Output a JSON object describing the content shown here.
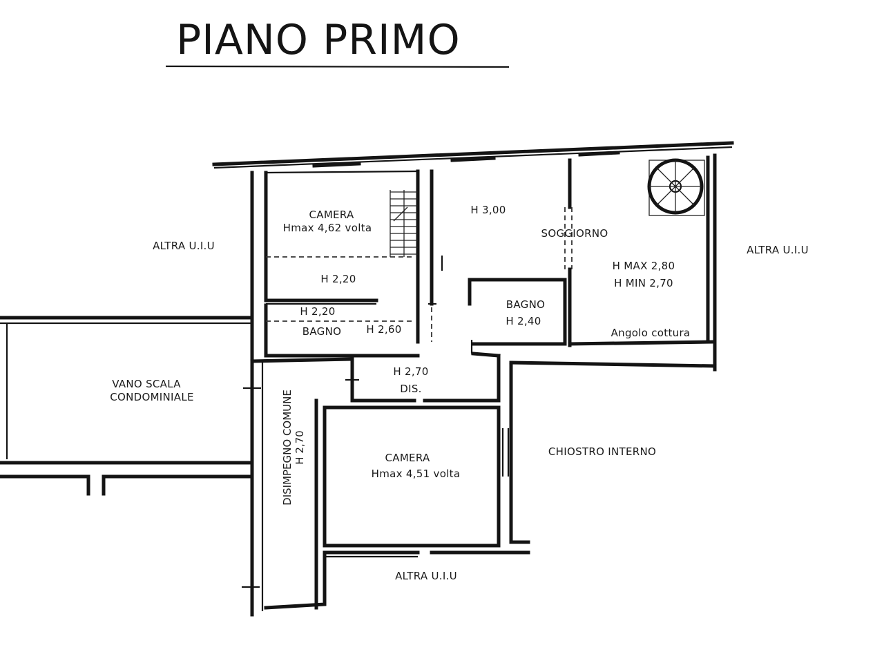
{
  "title": "PIANO PRIMO",
  "neighbors": {
    "left": "ALTRA U.I.U",
    "right": "ALTRA U.I.U",
    "bottom": "ALTRA U.I.U"
  },
  "rooms": {
    "camera_1": {
      "name": "CAMERA",
      "height": "Hmax 4,62 volta"
    },
    "loft_1": {
      "height": "H 2,20"
    },
    "bagno_1": {
      "height_top": "H 2,20",
      "name": "BAGNO",
      "height_side": "H 2,60"
    },
    "soggiorno": {
      "height": "H 3,00",
      "name": "SOGGIORNO"
    },
    "cucina": {
      "height_max": "H MAX 2,80",
      "height_min": "H MIN 2,70",
      "name": "Angolo cottura"
    },
    "bagno_2": {
      "name": "BAGNO",
      "height": "H 2,40"
    },
    "disimpegno": {
      "height": "H 2,70",
      "name": "DIS."
    },
    "disimpegno_comune": {
      "name": "DISIMPEGNO COMUNE",
      "height": "H 2,70"
    },
    "vano_scala": {
      "line1": "VANO SCALA",
      "line2": "CONDOMINIALE"
    },
    "camera_2": {
      "name": "CAMERA",
      "height": "Hmax 4,51 volta"
    },
    "chiostro": {
      "name": "CHIOSTRO INTERNO"
    }
  }
}
